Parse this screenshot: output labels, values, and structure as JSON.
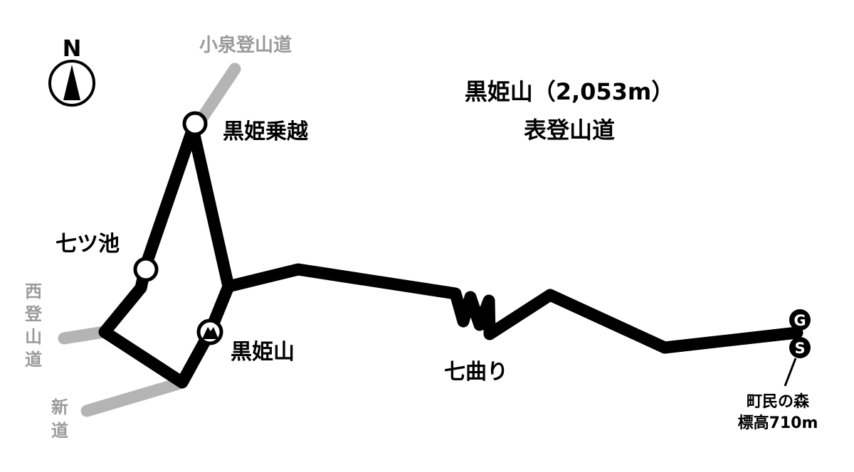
{
  "title": "黒姫山（2,053m）",
  "subtitle": "表登山道",
  "compass": {
    "letter": "N",
    "icon": "north-arrow-icon"
  },
  "colors": {
    "route": "#000000",
    "side_trail": "#b4b4b4",
    "side_label": "#9a9a9a",
    "background": "#ffffff"
  },
  "waypoints": {
    "kurohime_norikoshi": "黒姫乗越",
    "nanatsu_ike": "七ツ池",
    "summit": "黒姫山",
    "nanamagari": "七曲り"
  },
  "start_goal": {
    "goal_letter": "G",
    "start_letter": "S",
    "place": "町民の森",
    "elevation": "標高710m"
  },
  "side_trails": {
    "koizumi": "小泉登山道",
    "nishi_chars": [
      "西",
      "登",
      "山",
      "道"
    ],
    "shindo_chars": [
      "新",
      "道"
    ]
  }
}
